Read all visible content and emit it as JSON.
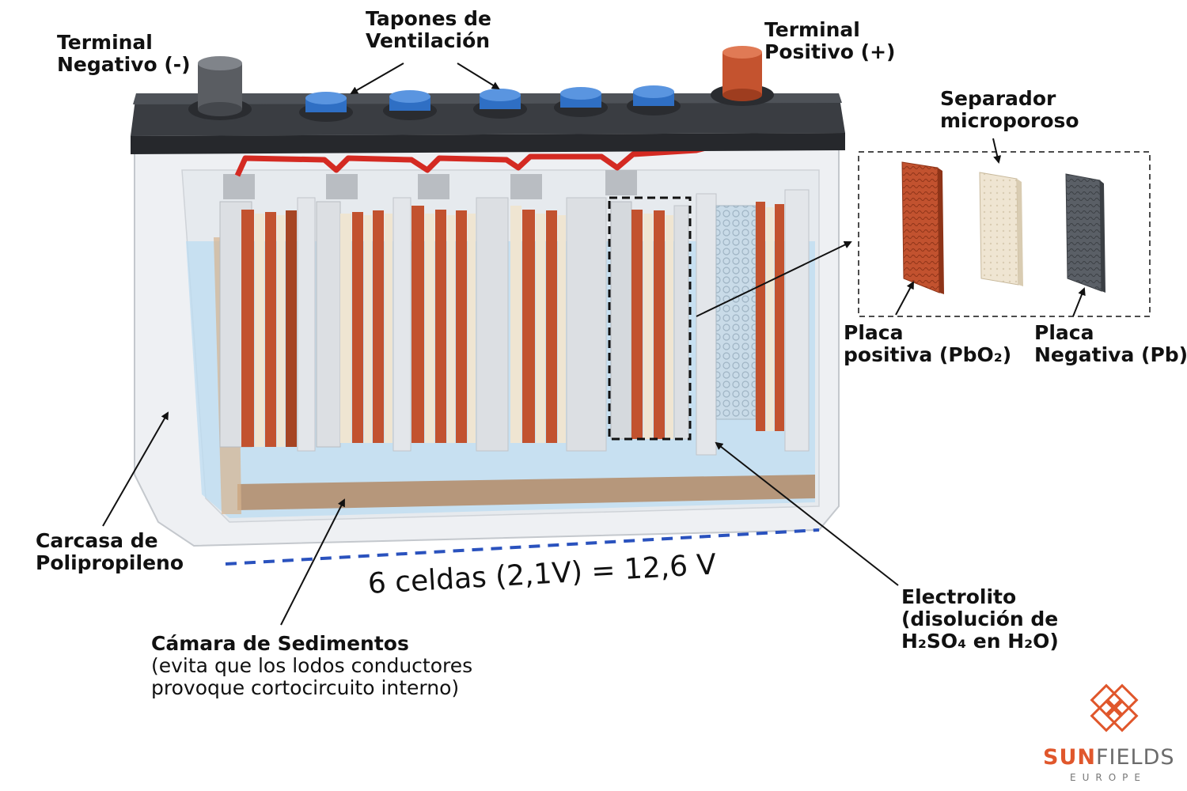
{
  "labels": {
    "vent_caps": [
      "Tapones de",
      "Ventilación"
    ],
    "neg_terminal": [
      "Terminal",
      "Negativo (-)"
    ],
    "pos_terminal": [
      "Terminal",
      "Positivo (+)"
    ],
    "separator": [
      "Separador",
      "microporoso"
    ],
    "pos_plate": [
      "Placa",
      "positiva (PbO₂)"
    ],
    "neg_plate": [
      "Placa",
      "Negativa (Pb)"
    ],
    "casing": [
      "Carcasa de",
      "Polipropileno"
    ],
    "electrolyte": [
      "Electrolito",
      "(disolución de",
      "H₂SO₄ en H₂O)"
    ],
    "sediment_title": "Cámara de Sedimentos",
    "sediment_note": [
      "(evita que los lodos conductores",
      "provoque cortocircuito interno)"
    ],
    "formula": "6 celdas (2,1V) = 12,6 V"
  },
  "brand": {
    "sun": "SUN",
    "fields": "FIELDS",
    "sub": "EUROPE"
  },
  "colors": {
    "positive_plate": "#c2522f",
    "negative_plate": "#5a5f66",
    "separator": "#efe5d2",
    "vent_cap": "#2f6fc4",
    "lid": "#3a3d42",
    "electrolyte": "#bcdcf2",
    "connector": "#d42a22",
    "accent": "#e0572c",
    "dashed_line": "#2a52be"
  }
}
